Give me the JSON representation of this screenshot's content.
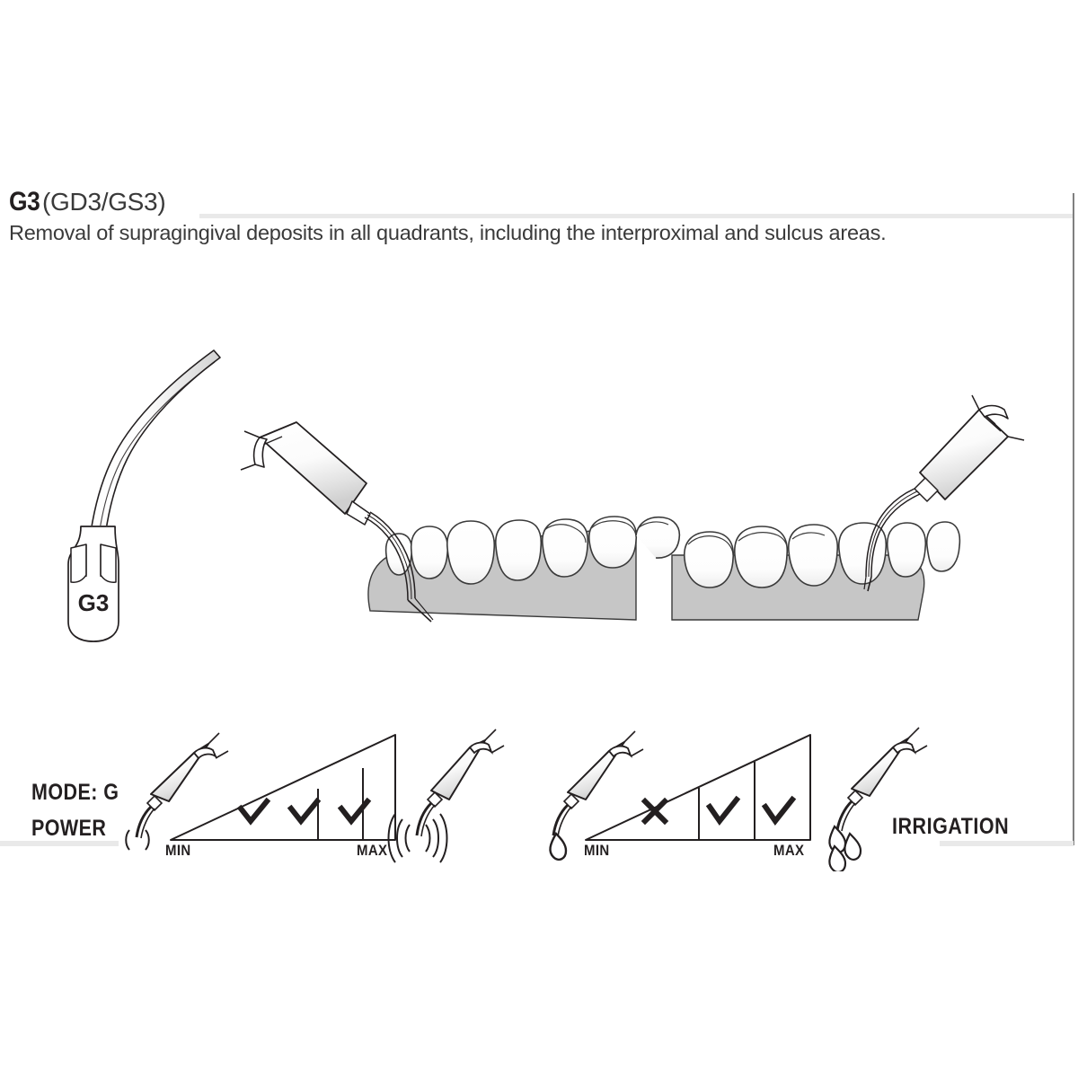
{
  "header": {
    "code": "G3",
    "variants": "(GD3/GS3)",
    "description": "Removal of supragingival deposits in all quadrants, including the interproximal and sulcus areas."
  },
  "tip": {
    "engraved_label": "G3",
    "name": "scaler-tip-g3"
  },
  "illustrations": [
    {
      "name": "upper-arch-interproximal-application",
      "caption": ""
    },
    {
      "name": "lower-arch-interproximal-application",
      "caption": ""
    }
  ],
  "settings": {
    "mode_label": "MODE: G",
    "power_label": "POWER",
    "irrigation_label": "IRRIGATION",
    "power_gauge": {
      "min_label": "MIN",
      "max_label": "MAX",
      "segments": [
        "check",
        "check",
        "check"
      ]
    },
    "irrigation_gauge": {
      "min_label": "MIN",
      "max_label": "MAX",
      "segments": [
        "cross",
        "check",
        "check"
      ]
    },
    "icons": {
      "power_min": "handpiece-low-vibration-icon",
      "power_max": "handpiece-high-vibration-icon",
      "irrigation_min": "handpiece-single-drop-icon",
      "irrigation_max": "handpiece-triple-drop-icon"
    }
  },
  "colors": {
    "ink": "#231f20",
    "gingiva": "#c6c6c6",
    "rule": "#e9e9e9",
    "frame": "#808080"
  }
}
